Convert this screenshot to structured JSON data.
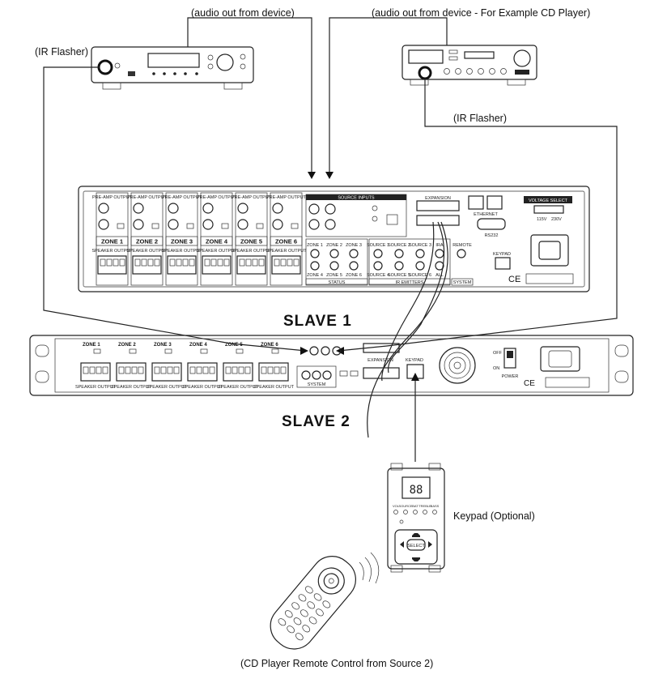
{
  "labels": {
    "audio_out_1": "(audio out from device)",
    "audio_out_2": "(audio out from device - For Example CD Player)",
    "ir_flasher_1": "(IR Flasher)",
    "ir_flasher_2": "(IR Flasher)",
    "slave_1": "SLAVE 1",
    "slave_2": "SLAVE 2",
    "keypad": "Keypad (Optional)",
    "remote": "(CD Player Remote Control from Source 2)"
  },
  "slave1_panel": {
    "zones": [
      "ZONE 1",
      "ZONE 2",
      "ZONE 3",
      "ZONE 4",
      "ZONE 5",
      "ZONE 6"
    ],
    "pre_amp_output": "PRE-AMP OUTPUT",
    "speaker_output": "SPEAKER OUTPUT",
    "source_inputs": "SOURCE INPUTS",
    "status_zones_top": [
      "ZONE 1",
      "ZONE 2",
      "ZONE 3"
    ],
    "status_zones_bottom": [
      "ZONE 4",
      "ZONE 5",
      "ZONE 6"
    ],
    "ir_sources_top": [
      "SOURCE 1",
      "SOURCE 2",
      "SOURCE 3"
    ],
    "ir_sources_bottom": [
      "SOURCE 4",
      "SOURCE 5",
      "SOURCE 6"
    ],
    "status": "STATUS",
    "ir_emitters": "IR EMITTERS",
    "system": "SYSTEM",
    "ir": "IRA",
    "all": "ALL",
    "remote_label": "REMOTE",
    "expansion": "EXPANSION",
    "ethernet": "ETHERNET",
    "rs232": "RS232",
    "keypad_port": "KEYPAD",
    "voltage_select": "VOLTAGE SELECT",
    "v115": "115V",
    "v230": "230V"
  },
  "slave2_panel": {
    "zones": [
      "ZONE 1",
      "ZONE 2",
      "ZONE 3",
      "ZONE 4",
      "ZONE 5",
      "ZONE 6"
    ],
    "speaker_output": "SPEAKER OUTPUT",
    "system": "SYSTEM",
    "keypad_port": "KEYPAD",
    "expansion": "EXPANSION",
    "off": "OFF",
    "on": "ON",
    "power": "POWER"
  },
  "keypad_device": {
    "display": "88",
    "buttons_row": [
      "VOL",
      "SOURCE",
      "BAT",
      "TREBLE",
      "BASS"
    ],
    "select": "SELECT"
  }
}
